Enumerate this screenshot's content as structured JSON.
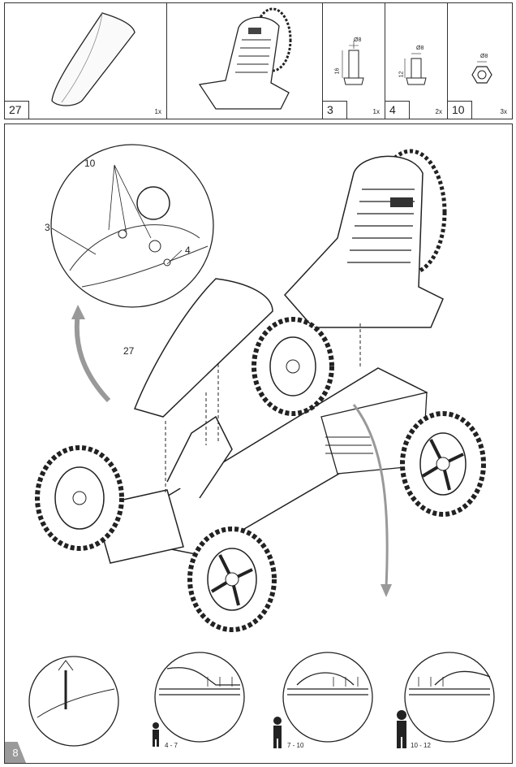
{
  "parts": [
    {
      "number": "27",
      "qty": "1x",
      "icon": "seat-cushion-icon"
    },
    {
      "number": "",
      "qty": "",
      "icon": "seat-icon"
    },
    {
      "number": "3",
      "qty": "1x",
      "icon": "bolt-icon",
      "dim_d": "Ø8",
      "dim_l": "16"
    },
    {
      "number": "4",
      "qty": "2x",
      "icon": "bolt-icon",
      "dim_d": "Ø8",
      "dim_l": "12"
    },
    {
      "number": "10",
      "qty": "3x",
      "icon": "nut-icon",
      "dim_d": "Ø8"
    }
  ],
  "callouts": {
    "part_10": "10",
    "part_3": "3",
    "part_4": "4",
    "part_27": "27"
  },
  "ages": [
    "4 - 7",
    "7 - 10",
    "10 - 12"
  ],
  "page_number": "8"
}
